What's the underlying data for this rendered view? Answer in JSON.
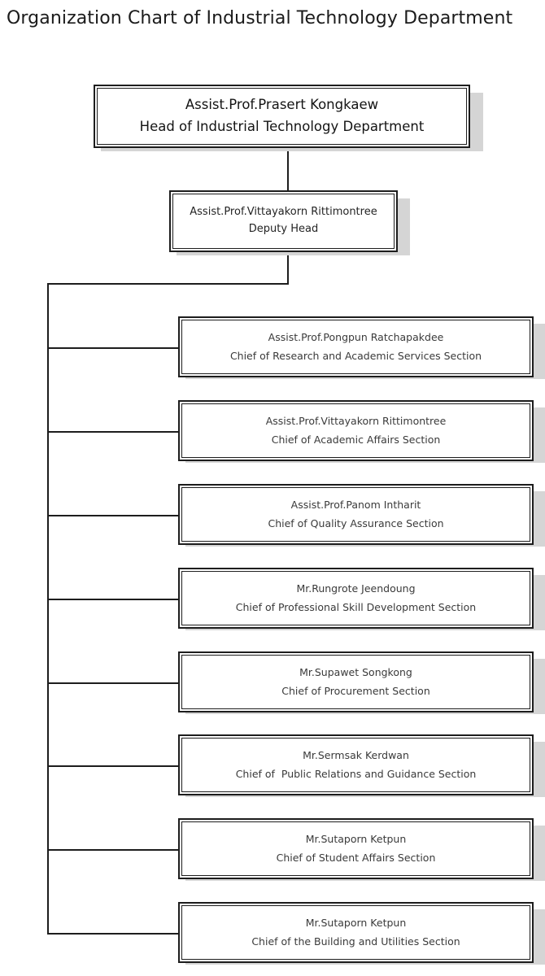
{
  "title": "Organization Chart of Industrial Technology Department",
  "colors": {
    "box_border": "#1d1d1d",
    "box_fill": "#ffffff",
    "shadow": "#d5d5d5",
    "line": "#1d1d1d",
    "title_text": "#1b1b1b",
    "body_text": "#3a3a3a"
  },
  "chart_data": {
    "type": "diagram",
    "diagram_type": "organization-chart",
    "title": "Organization Chart of Industrial Technology Department",
    "nodes": [
      {
        "id": "head",
        "level": 0,
        "name": "Assist.Prof.Prasert Kongkaew",
        "role": "Head of Industrial Technology Department"
      },
      {
        "id": "deputy",
        "level": 1,
        "name": "Assist.Prof.Vittayakorn Rittimontree",
        "role": "Deputy Head"
      },
      {
        "id": "section-1",
        "level": 2,
        "name": "Assist.Prof.Pongpun Ratchapakdee",
        "role": "Chief of Research and Academic Services Section"
      },
      {
        "id": "section-2",
        "level": 2,
        "name": "Assist.Prof.Vittayakorn Rittimontree",
        "role": "Chief of Academic Affairs Section"
      },
      {
        "id": "section-3",
        "level": 2,
        "name": "Assist.Prof.Panom Intharit",
        "role": "Chief of Quality Assurance Section"
      },
      {
        "id": "section-4",
        "level": 2,
        "name": "Mr.Rungrote Jeendoung",
        "role": "Chief of Professional Skill Development Section"
      },
      {
        "id": "section-5",
        "level": 2,
        "name": "Mr.Supawet Songkong",
        "role": "Chief of Procurement Section"
      },
      {
        "id": "section-6",
        "level": 2,
        "name": "Mr.Sermsak Kerdwan",
        "role": "Chief of  Public Relations and Guidance Section"
      },
      {
        "id": "section-7",
        "level": 2,
        "name": "Mr.Sutaporn Ketpun",
        "role": "Chief of Student Affairs Section"
      },
      {
        "id": "section-8",
        "level": 2,
        "name": "Mr.Sutaporn Ketpun",
        "role": "Chief of the Building and Utilities Section"
      }
    ],
    "edges": [
      {
        "from": "head",
        "to": "deputy"
      },
      {
        "from": "deputy",
        "to": "section-1"
      },
      {
        "from": "deputy",
        "to": "section-2"
      },
      {
        "from": "deputy",
        "to": "section-3"
      },
      {
        "from": "deputy",
        "to": "section-4"
      },
      {
        "from": "deputy",
        "to": "section-5"
      },
      {
        "from": "deputy",
        "to": "section-6"
      },
      {
        "from": "deputy",
        "to": "section-7"
      },
      {
        "from": "deputy",
        "to": "section-8"
      }
    ]
  },
  "head": {
    "name": "Assist.Prof.Prasert Kongkaew",
    "role": "Head of Industrial Technology Department"
  },
  "deputy": {
    "name": "Assist.Prof.Vittayakorn Rittimontree",
    "role": "Deputy Head"
  },
  "sections": [
    {
      "name": "Assist.Prof.Pongpun Ratchapakdee",
      "role": "Chief of Research and Academic Services Section"
    },
    {
      "name": "Assist.Prof.Vittayakorn Rittimontree",
      "role": "Chief of Academic Affairs Section"
    },
    {
      "name": "Assist.Prof.Panom Intharit",
      "role": "Chief of Quality Assurance Section"
    },
    {
      "name": "Mr.Rungrote Jeendoung",
      "role": "Chief of Professional Skill Development Section"
    },
    {
      "name": "Mr.Supawet Songkong",
      "role": "Chief of Procurement Section"
    },
    {
      "name": "Mr.Sermsak Kerdwan",
      "role": "Chief of  Public Relations and Guidance Section"
    },
    {
      "name": "Mr.Sutaporn Ketpun",
      "role": "Chief of Student Affairs Section"
    },
    {
      "name": "Mr.Sutaporn Ketpun",
      "role": "Chief of the Building and Utilities Section"
    }
  ]
}
